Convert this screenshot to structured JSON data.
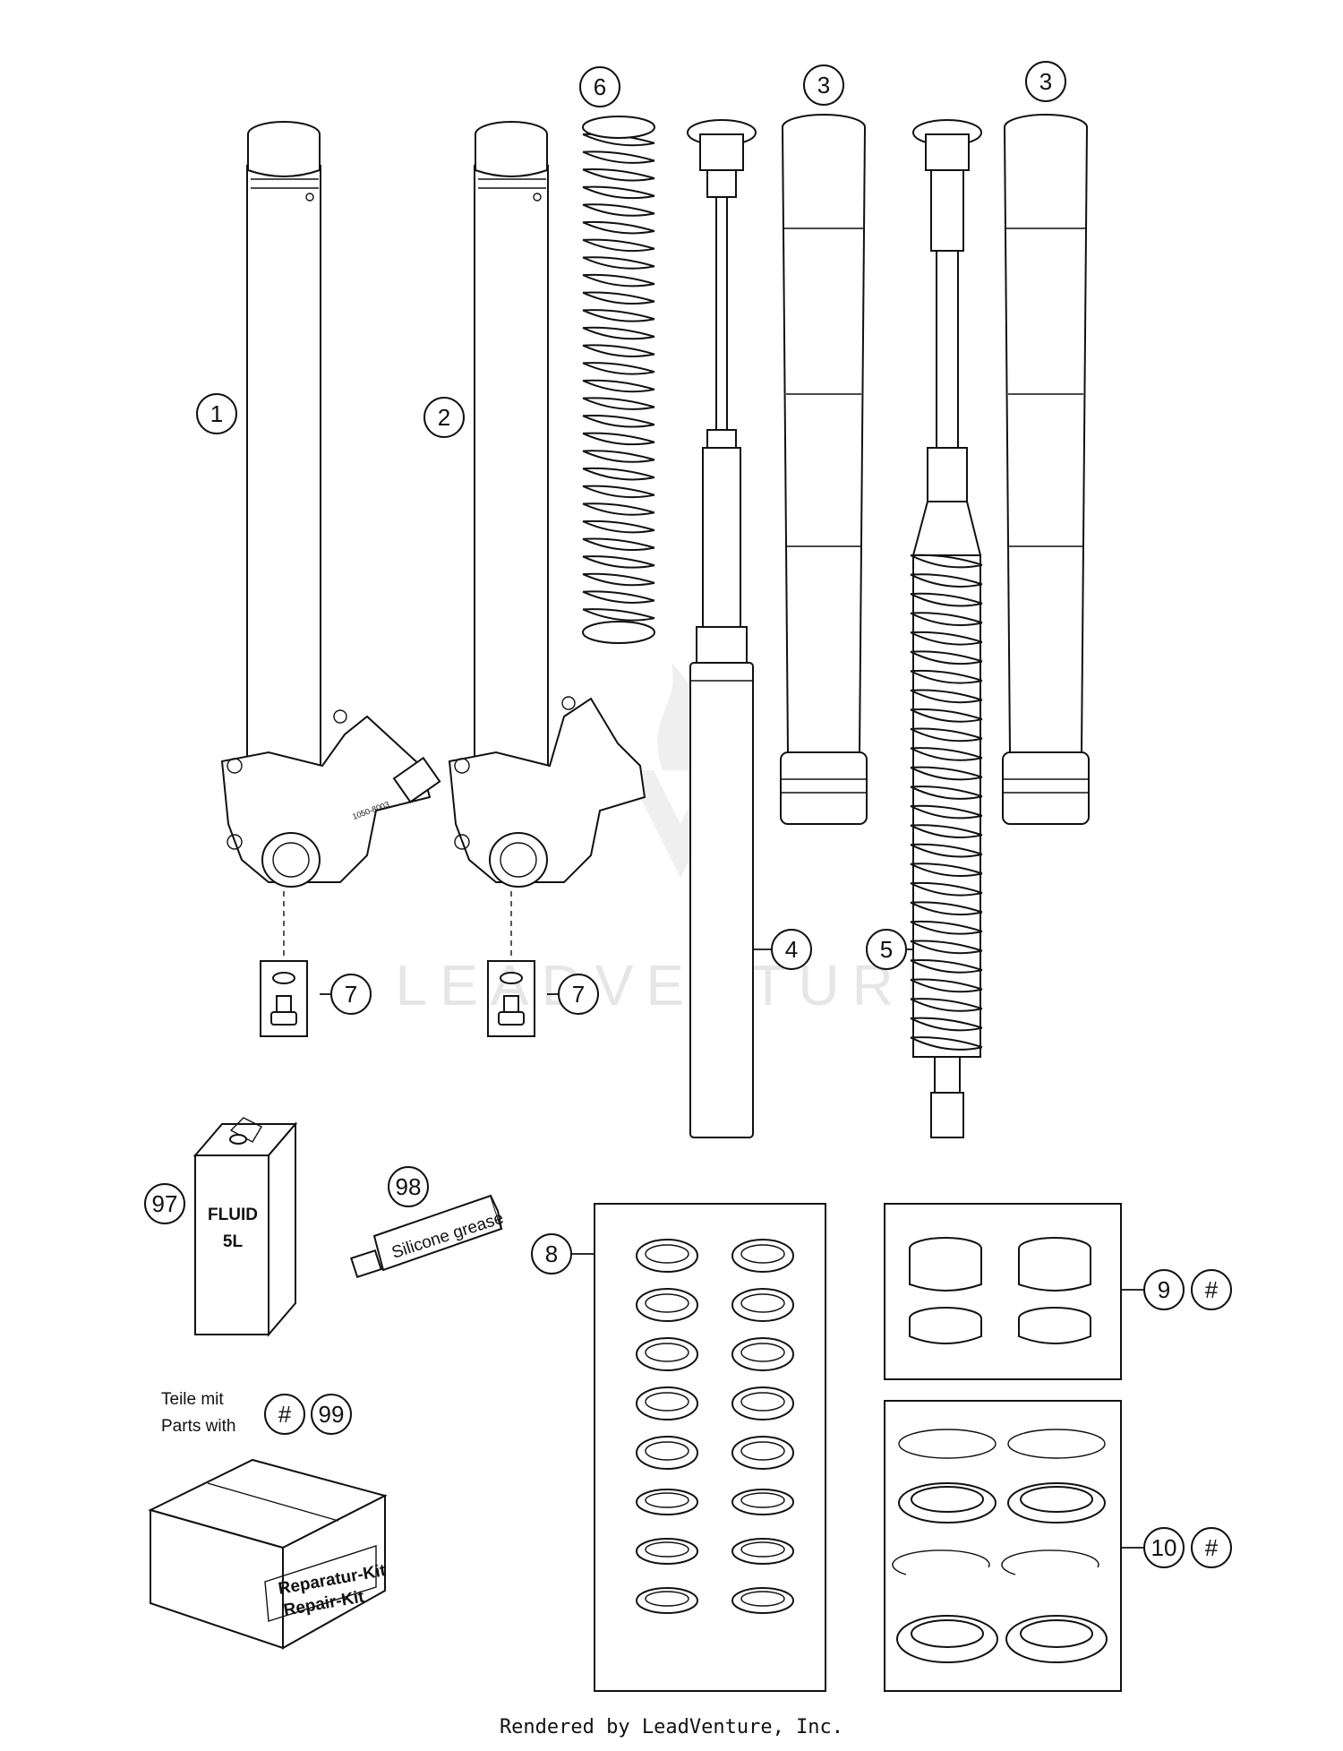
{
  "callouts": {
    "c1": "1",
    "c2": "2",
    "c3a": "3",
    "c3b": "3",
    "c4": "4",
    "c5": "5",
    "c6": "6",
    "c7a": "7",
    "c7b": "7",
    "c8": "8",
    "c9": "9",
    "c9hash": "#",
    "c10": "10",
    "c10hash": "#",
    "c97": "97",
    "c98": "98",
    "c_hash": "#",
    "c99": "99"
  },
  "labels": {
    "fluid_line1": "FLUID",
    "fluid_line2": "5L",
    "grease_line1": "Silicone grease",
    "kit_line1": "Reparatur-Kit",
    "kit_line2": "Repair-Kit",
    "teile_mit": "Teile mit",
    "parts_with": "Parts with"
  },
  "watermark": "LEADVENTURE",
  "footer": "Rendered by LeadVenture, Inc."
}
